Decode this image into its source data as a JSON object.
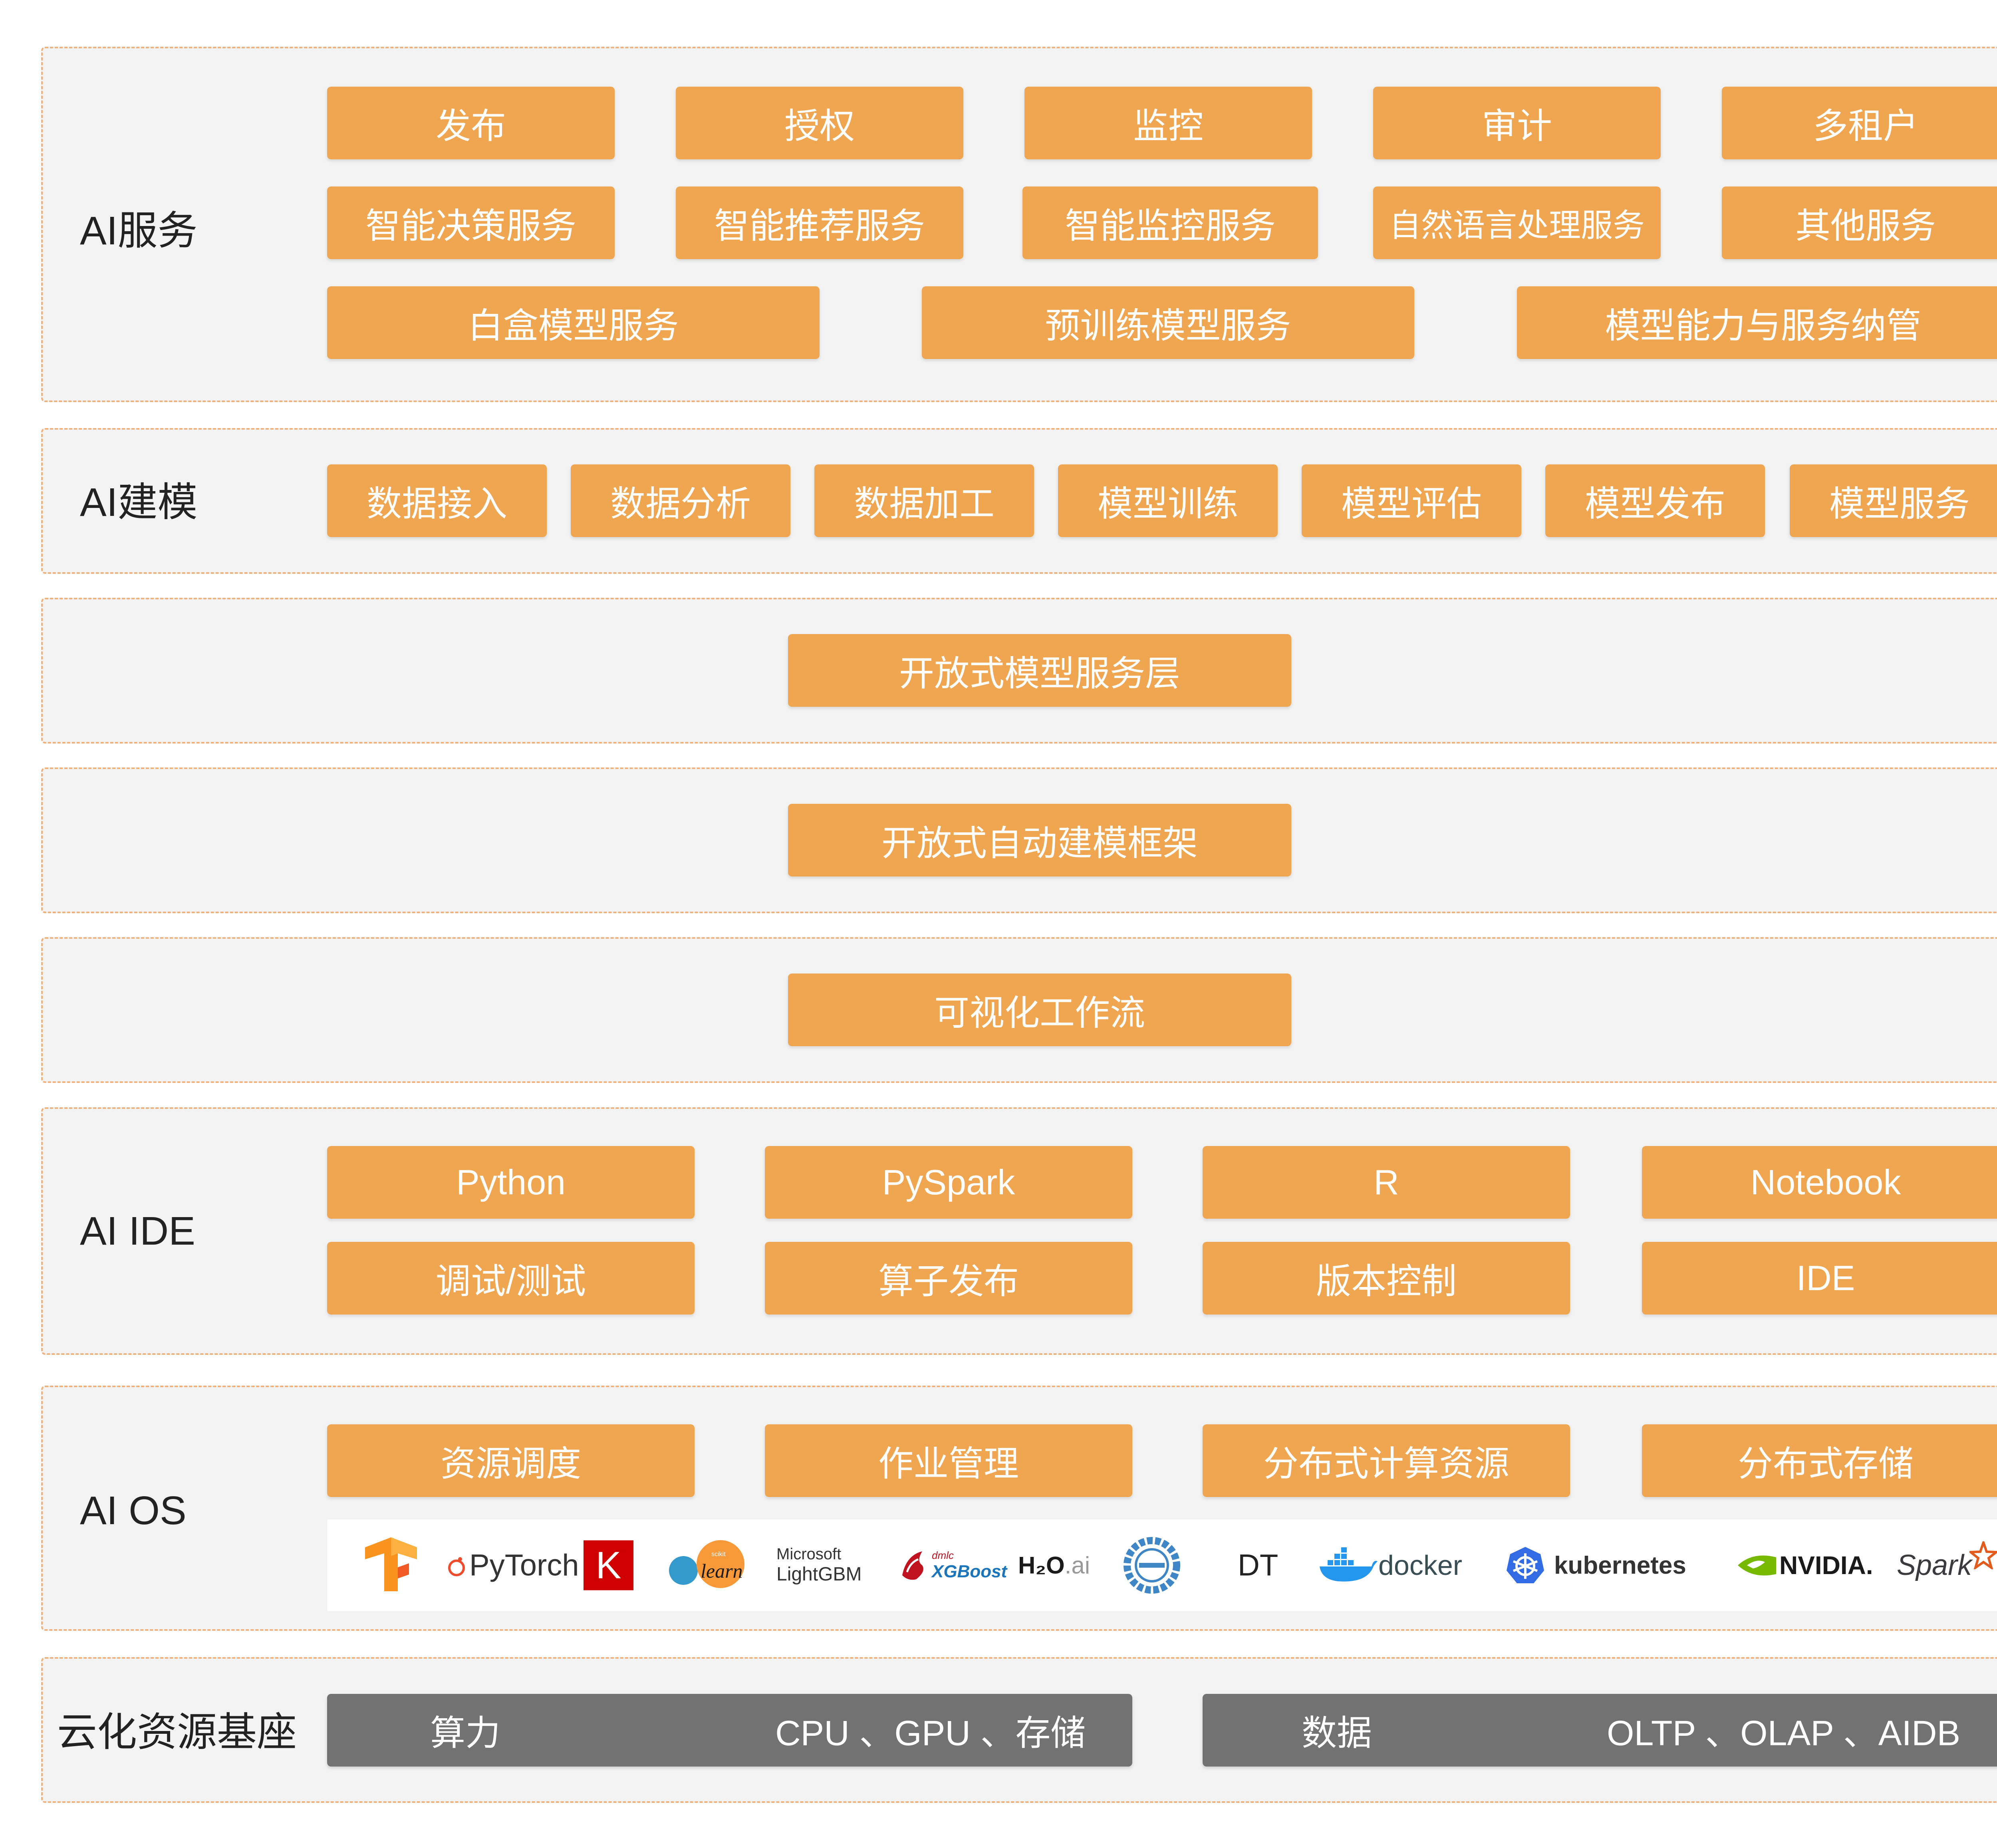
{
  "colors": {
    "box": "#f0a550",
    "layer_bg": "#f3f3f3",
    "layer_border": "#f0b27a",
    "grey_box": "#727272",
    "label": "#222222"
  },
  "layers": {
    "ai_service": {
      "label": "AI服务",
      "items": [
        "发布",
        "授权",
        "监控",
        "审计",
        "多租户",
        "智能决策服务",
        "智能推荐服务",
        "智能监控服务",
        "自然语言处理服务",
        "其他服务",
        "白盒模型服务",
        "预训练模型服务",
        "模型能力与服务纳管"
      ]
    },
    "ai_modeling": {
      "label": "AI建模",
      "items": [
        "数据接入",
        "数据分析",
        "数据加工",
        "模型训练",
        "模型评估",
        "模型发布",
        "模型服务"
      ]
    },
    "open_model_service": {
      "item": "开放式模型服务层"
    },
    "open_automl": {
      "item": "开放式自动建模框架"
    },
    "visual_workflow": {
      "item": "可视化工作流"
    },
    "ai_ide": {
      "label": "AI IDE",
      "items": [
        "Python",
        "PySpark",
        "R",
        "Notebook",
        "调试/测试",
        "算子发布",
        "版本控制",
        "IDE"
      ]
    },
    "ai_os": {
      "label": "AI OS",
      "items": [
        "资源调度",
        "作业管理",
        "分布式计算资源",
        "分布式存储"
      ],
      "logos": {
        "pytorch": "PyTorch",
        "keras": "K",
        "sklearn_small": "scikit",
        "sklearn": "learn",
        "lightgbm_line1": "Microsoft",
        "lightgbm_line2": "LightGBM",
        "xgboost_small": "dmlc",
        "xgboost": "XGBoost",
        "h2o": "H₂O",
        "h2o_ai": ".ai",
        "dt": "DT",
        "docker": "docker",
        "kubernetes": "kubernetes",
        "nvidia": "NVIDIA.",
        "spark": "Spark"
      }
    },
    "cloud_base": {
      "label": "云化资源基座",
      "compute_label": "算力",
      "compute_value": "CPU 、GPU 、存储",
      "data_label": "数据",
      "data_value": "OLTP 、OLAP 、AIDB"
    }
  }
}
